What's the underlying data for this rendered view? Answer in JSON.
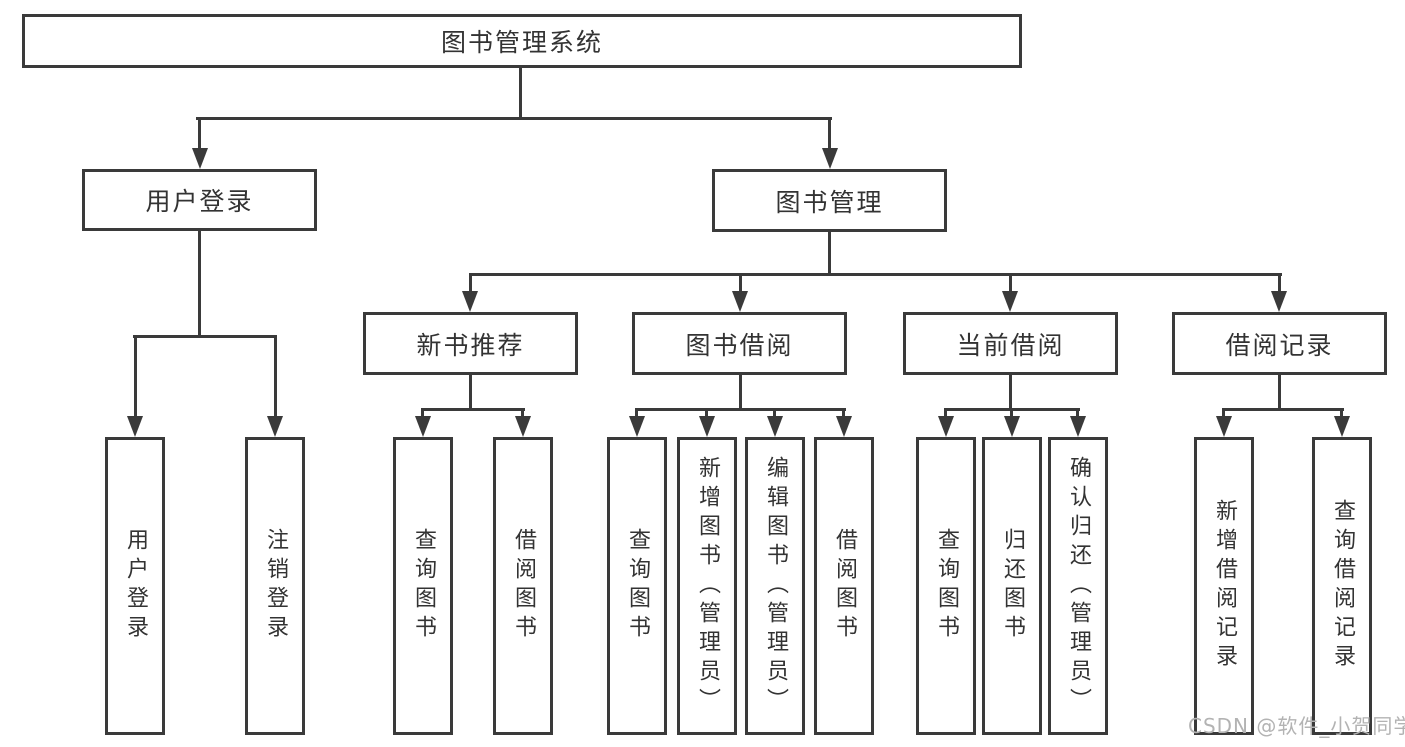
{
  "tree": {
    "root": {
      "label": "图书管理系统"
    },
    "branches": [
      {
        "label": "用户登录",
        "children": [
          {
            "label": "用户登录"
          },
          {
            "label": "注销登录"
          }
        ]
      },
      {
        "label": "图书管理",
        "children": [
          {
            "label": "新书推荐",
            "children": [
              {
                "label": "查询图书"
              },
              {
                "label": "借阅图书"
              }
            ]
          },
          {
            "label": "图书借阅",
            "children": [
              {
                "label": "查询图书"
              },
              {
                "label": "新增图书（管理员）"
              },
              {
                "label": "编辑图书（管理员）"
              },
              {
                "label": "借阅图书"
              }
            ]
          },
          {
            "label": "当前借阅",
            "children": [
              {
                "label": "查询图书"
              },
              {
                "label": "归还图书"
              },
              {
                "label": "确认归还（管理员）"
              }
            ]
          },
          {
            "label": "借阅记录",
            "children": [
              {
                "label": "新增借阅记录"
              },
              {
                "label": "查询借阅记录"
              }
            ]
          }
        ]
      }
    ]
  },
  "watermark": {
    "text": "CSDN @软件_小贺同学"
  },
  "colors": {
    "line": "#3a3a3a",
    "text": "#333333",
    "box_fill": "#ffffff",
    "background": "#ffffff",
    "watermark": "#b3b3b3"
  }
}
